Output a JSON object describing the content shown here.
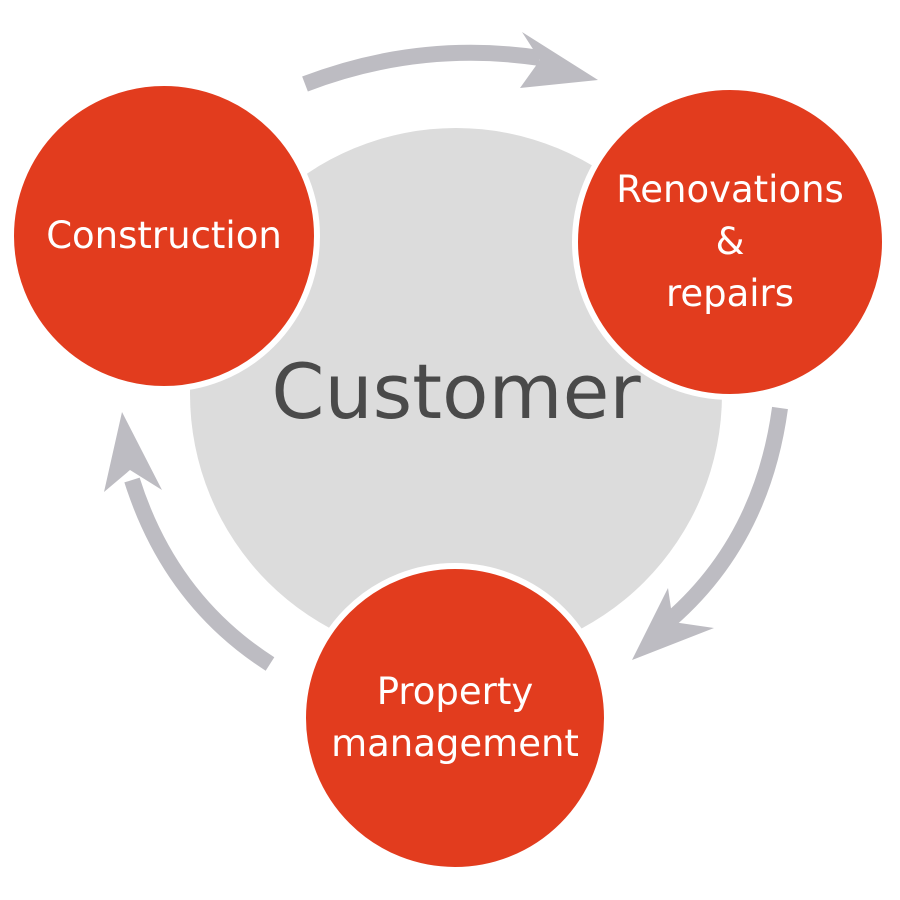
{
  "center": {
    "label": "Customer"
  },
  "nodes": [
    {
      "id": "construction",
      "lines": [
        "Construction"
      ]
    },
    {
      "id": "renovations",
      "lines": [
        "Renovations",
        "&",
        "repairs"
      ]
    },
    {
      "id": "property",
      "lines": [
        "Property",
        "management"
      ]
    }
  ],
  "colors": {
    "node_fill": "#e23c1e",
    "center_fill": "#dcdcdc",
    "arrow": "#bdbcc2",
    "center_text": "#4a4a4a"
  },
  "icons": [
    "arrow-construction-to-renovations-icon",
    "arrow-renovations-to-property-icon",
    "arrow-property-to-construction-icon"
  ]
}
